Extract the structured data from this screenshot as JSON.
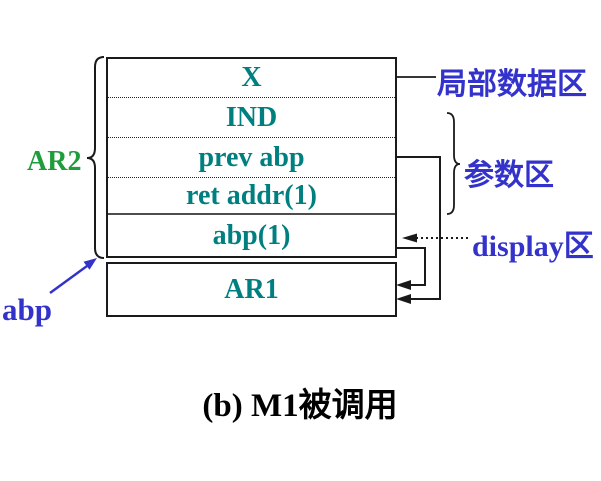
{
  "stack": {
    "rows": [
      {
        "label": "X"
      },
      {
        "label": "IND"
      },
      {
        "label": "prev abp"
      },
      {
        "label": "ret addr(1)"
      },
      {
        "label": "abp(1)"
      }
    ]
  },
  "ar1": {
    "label": "AR1"
  },
  "annotations": {
    "ar2": "AR2",
    "abp": "abp",
    "local_data_area": "局部数据区",
    "param_area": "参数区",
    "display_area": "display区"
  },
  "caption": "(b) M1被调用",
  "colors": {
    "row_text_teal": "#007f80",
    "ar2_green": "#1f9c3c",
    "annotation_blue": "#3333cc",
    "line_black": "#1a1a1a",
    "caption_black": "#000000"
  }
}
